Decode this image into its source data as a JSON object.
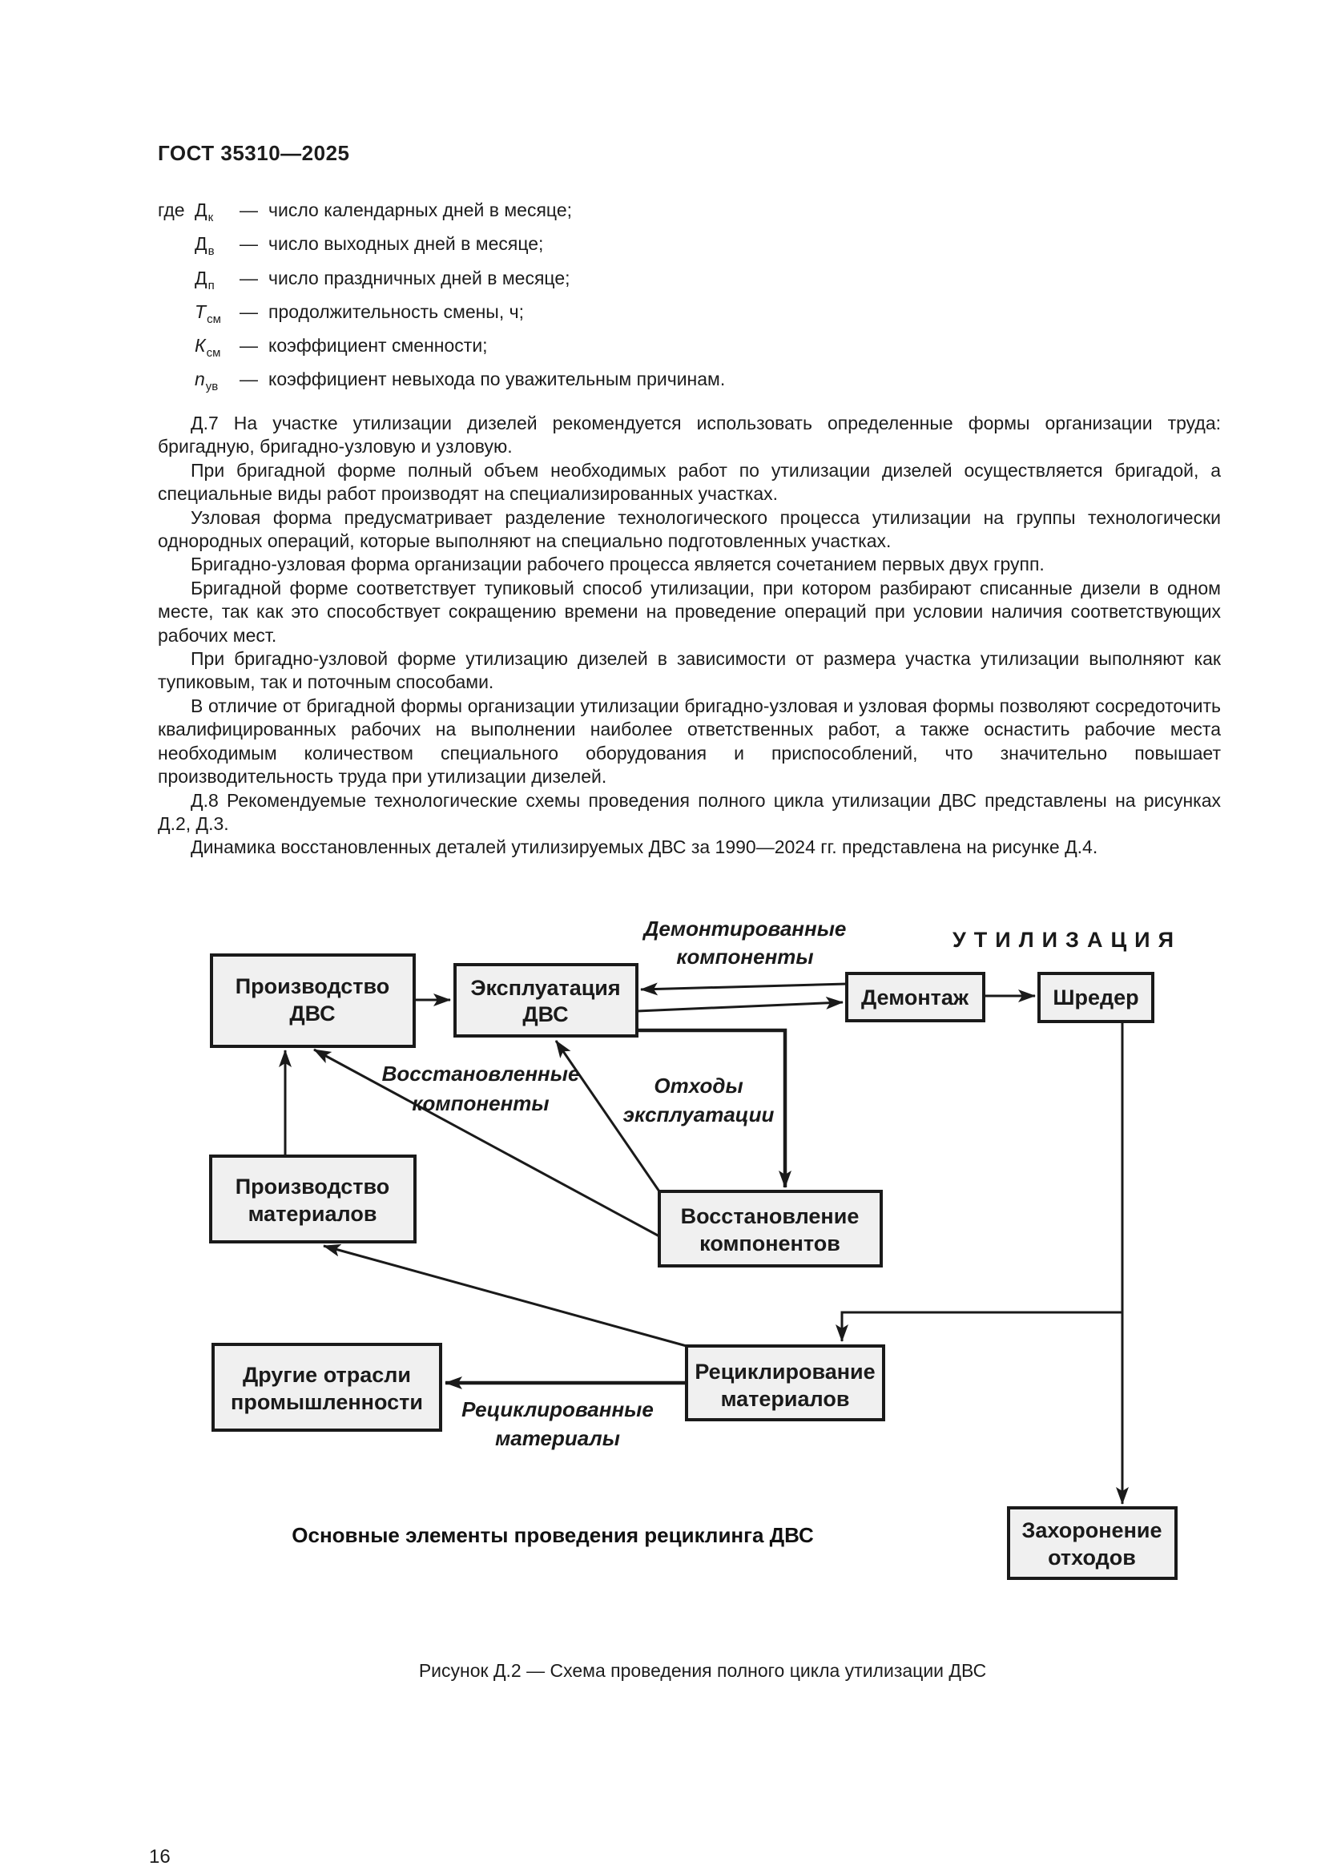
{
  "page": {
    "header": "ГОСТ 35310—2025",
    "page_number": "16"
  },
  "definitions": {
    "dash": "—",
    "items": [
      {
        "prefix": "где",
        "symbol": "Д",
        "subscript": "к",
        "desc": "число календарных дней в месяце;"
      },
      {
        "prefix": "",
        "symbol": "Д",
        "subscript": "в",
        "desc": "число выходных дней в месяце;"
      },
      {
        "prefix": "",
        "symbol": "Д",
        "subscript": "п",
        "desc": "число праздничных дней в месяце;"
      },
      {
        "prefix": "",
        "symbol": "Т",
        "subscript": "см",
        "desc": "продолжительность смены, ч;"
      },
      {
        "prefix": "",
        "symbol": "К",
        "subscript": "см",
        "desc": "коэффициент сменности;"
      },
      {
        "prefix": "",
        "symbol": "n",
        "subscript": "ув",
        "desc": "коэффициент невыхода по уважительным причинам."
      }
    ]
  },
  "paragraphs": [
    "Д.7 На участке утилизации дизелей рекомендуется использовать определенные формы организации труда: бригадную, бригадно-узловую и узловую.",
    "При бригадной форме полный объем необходимых работ по утилизации дизелей осуществляется бригадой, а специальные виды работ производят на специализированных участках.",
    "Узловая форма предусматривает разделение технологического процесса утилизации на группы технологически однородных операций, которые выполняют на специально подготовленных участках.",
    "Бригадно-узловая форма организации рабочего процесса является сочетанием первых двух групп.",
    "Бригадной форме соответствует тупиковый способ утилизации, при котором разбирают списанные дизели в одном месте, так как это способствует сокращению времени на проведение операций при условии наличия соответствующих рабочих мест.",
    "При бригадно-узловой форме утилизацию дизелей в зависимости от размера участка утилизации выполняют как тупиковым, так и поточным способами.",
    "В отличие от бригадной формы организации утилизации бригадно-узловая и узловая формы позволяют сосредоточить квалифицированных рабочих на выполнении наиболее ответственных работ, а также оснастить рабочие места необходимым количеством специального оборудования и приспособлений, что значительно повышает производительность труда при утилизации дизелей.",
    "Д.8 Рекомендуемые технологические схемы проведения полного цикла утилизации ДВС представлены на рисунках Д.2, Д.3.",
    "Динамика восстановленных деталей утилизируемых ДВС за 1990—2024 гг. представлена на рисунке Д.4."
  ],
  "figure": {
    "region_label": "УТИЛИЗАЦИЯ",
    "boxes": {
      "proizv_dvs": {
        "line1": "Производство",
        "line2": "ДВС"
      },
      "ekspl_dvs": {
        "line1": "Эксплуатация",
        "line2": "ДВС"
      },
      "demontazh": {
        "line1": "Демонтаж"
      },
      "shreder": {
        "line1": "Шредер"
      },
      "proizv_mat": {
        "line1": "Производство",
        "line2": "материалов"
      },
      "vosst_komp": {
        "line1": "Восстановление",
        "line2": "компонентов"
      },
      "drugie": {
        "line1": "Другие отрасли",
        "line2": "промышленности"
      },
      "recikl": {
        "line1": "Рециклирование",
        "line2": "материалов"
      },
      "zakhor": {
        "line1": "Захоронение",
        "line2": "отходов"
      }
    },
    "flow_labels": {
      "demontirovannye": {
        "line1": "Демонтированные",
        "line2": "компоненты"
      },
      "vosstanovlennye": {
        "line1": "Восстановленные",
        "line2": "компоненты"
      },
      "otkhody": {
        "line1": "Отходы",
        "line2": "эксплуатации"
      },
      "reciklirovannye": {
        "line1": "Рециклированные",
        "line2": "материалы"
      }
    },
    "caption_bold": "Основные элементы проведения рециклинга ДВС",
    "caption": "Рисунок Д.2 — Схема проведения полного цикла утилизации ДВС"
  },
  "colors": {
    "ink": "#1a1a1a",
    "box_fill": "#f0f0f0"
  }
}
